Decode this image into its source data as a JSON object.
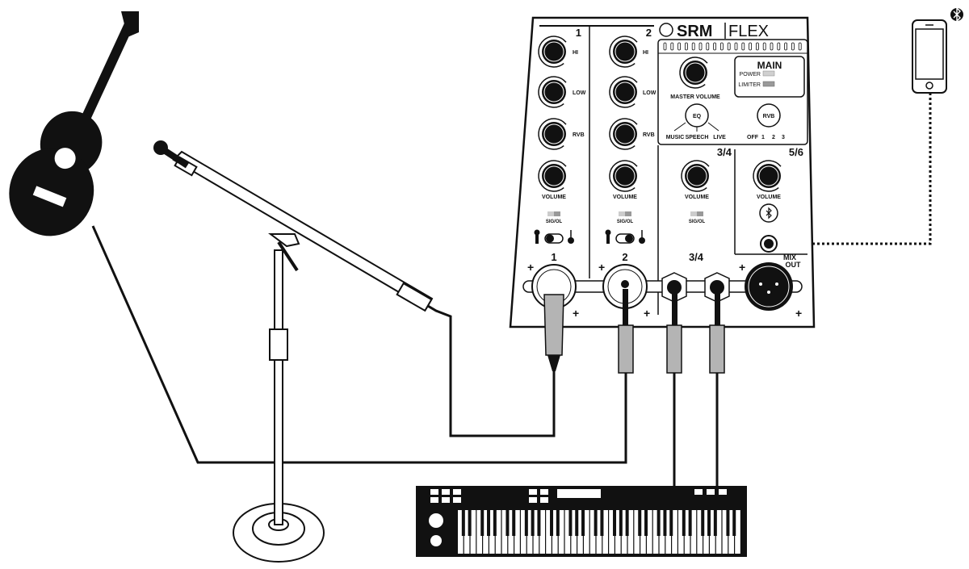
{
  "mixer": {
    "brand_srm": "SRM",
    "brand_flex": "FLEX",
    "channels": [
      {
        "number": "1",
        "knobs": [
          "HI",
          "LOW",
          "RVB"
        ],
        "volume": "VOLUME",
        "sig": "SIG/OL",
        "input_label": "1"
      },
      {
        "number": "2",
        "knobs": [
          "HI",
          "LOW",
          "RVB"
        ],
        "volume": "VOLUME",
        "sig": "SIG/OL",
        "input_label": "2"
      },
      {
        "number": "3/4",
        "volume": "VOLUME",
        "sig": "SIG/OL",
        "input_label": "3/4"
      },
      {
        "number": "5/6",
        "volume": "VOLUME"
      }
    ],
    "main": {
      "title": "MAIN",
      "power": "POWER",
      "limiter": "LIMITER"
    },
    "master_volume": "MASTER VOLUME",
    "eq": {
      "label": "EQ",
      "options": [
        "MUSIC",
        "SPEECH",
        "LIVE"
      ]
    },
    "rvb": {
      "label": "RVB",
      "options": [
        "OFF",
        "1",
        "2",
        "3"
      ]
    },
    "mix_out": [
      "MIX",
      "OUT"
    ]
  },
  "colors": {
    "line": "#111111",
    "plug": "#b4b4b4",
    "indicator_power": "#d0d0d0",
    "indicator_limiter": "#999999"
  }
}
